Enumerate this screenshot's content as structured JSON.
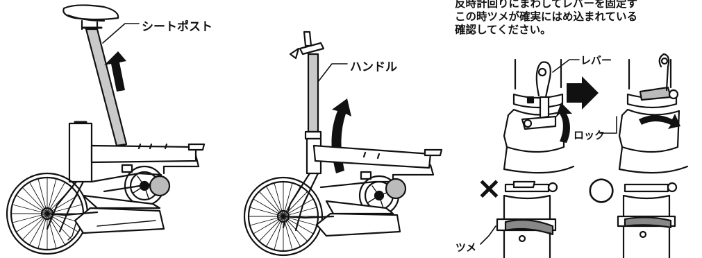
{
  "instruction": {
    "line1": "反時計回りにまわしてレバーを固定す",
    "line2": "この時ツメが確実にはめ込まれている",
    "line3": "確認してください。"
  },
  "labels": {
    "seatpost": "シートポスト",
    "handle": "ハンドル",
    "lever": "レバー",
    "lock": "ロック",
    "tsume": "ツメ"
  },
  "marks": {
    "wrong": "×",
    "correct": "○"
  }
}
